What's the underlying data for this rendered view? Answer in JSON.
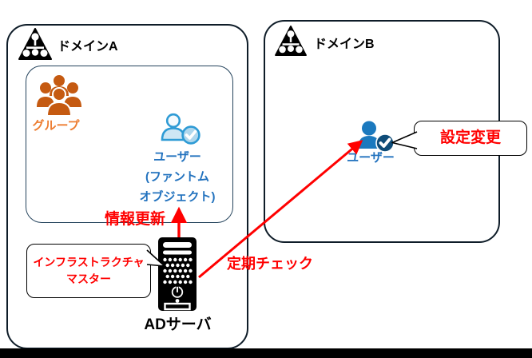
{
  "domain_a": {
    "label": "ドメインA",
    "group_label": "グループ",
    "phantom_user": {
      "line1": "ユーザー",
      "line2": "(ファントム",
      "line3": "オブジェクト)"
    },
    "info_update_label": "情報更新",
    "infra_callout": {
      "line1": "インフラストラクチャ",
      "line2": "マスター"
    },
    "server_label": "ADサーバ"
  },
  "domain_b": {
    "label": "ドメインB",
    "user_label": "ユーザー",
    "settings_callout_label": "設定変更"
  },
  "relations": {
    "periodic_check_label": "定期チェック"
  },
  "icons": {
    "domain_a_icon": "ad-domain-triangle-icon",
    "domain_b_icon": "ad-domain-triangle-icon",
    "group_icon": "group-people-icon",
    "phantom_user_icon": "user-check-outline-icon",
    "user_icon": "user-check-solid-icon",
    "server_icon": "tower-server-icon"
  },
  "colors": {
    "annotation_red": "#FF0000",
    "blue_text": "#2272BE",
    "orange_label": "#ED7D31",
    "orange_icon": "#C55A11",
    "user_blue": "#1B79BE",
    "check_navy": "#0F4C78",
    "outline_blue": "#2E9BD5"
  }
}
